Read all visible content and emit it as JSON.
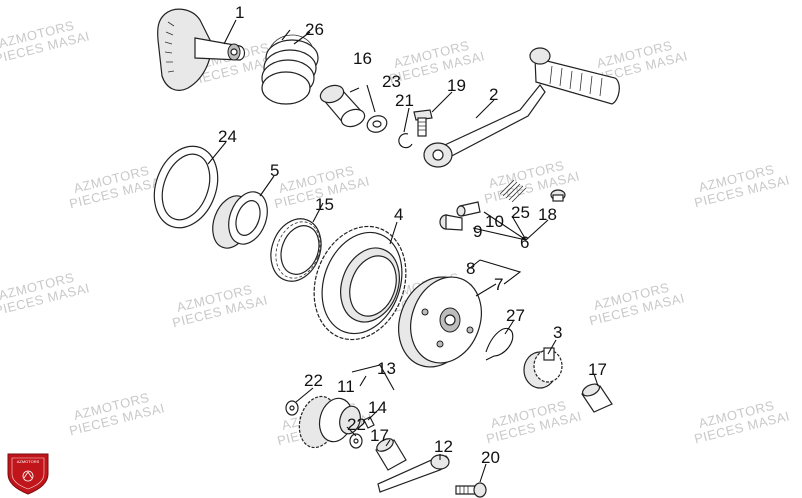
{
  "watermark": {
    "line1": "AZMOTORS",
    "line2": "PIECES MASAI"
  },
  "logo": {
    "text": "AZMOTORS",
    "color": "#c0161b"
  },
  "callouts": [
    {
      "id": "c1",
      "text": "1"
    },
    {
      "id": "c2",
      "text": "2"
    },
    {
      "id": "c3",
      "text": "3"
    },
    {
      "id": "c4",
      "text": "4"
    },
    {
      "id": "c5",
      "text": "5"
    },
    {
      "id": "c6",
      "text": "6"
    },
    {
      "id": "c7",
      "text": "7"
    },
    {
      "id": "c8",
      "text": "8"
    },
    {
      "id": "c9",
      "text": "9"
    },
    {
      "id": "c10",
      "text": "10"
    },
    {
      "id": "c11",
      "text": "11"
    },
    {
      "id": "c12",
      "text": "12"
    },
    {
      "id": "c13",
      "text": "13"
    },
    {
      "id": "c14",
      "text": "14"
    },
    {
      "id": "c15",
      "text": "15"
    },
    {
      "id": "c16",
      "text": "16"
    },
    {
      "id": "c17a",
      "text": "17"
    },
    {
      "id": "c17b",
      "text": "17"
    },
    {
      "id": "c18",
      "text": "18"
    },
    {
      "id": "c19",
      "text": "19"
    },
    {
      "id": "c20",
      "text": "20"
    },
    {
      "id": "c21",
      "text": "21"
    },
    {
      "id": "c22a",
      "text": "22"
    },
    {
      "id": "c22b",
      "text": "22"
    },
    {
      "id": "c23",
      "text": "23"
    },
    {
      "id": "c24",
      "text": "24"
    },
    {
      "id": "c25",
      "text": "25"
    },
    {
      "id": "c26",
      "text": "26"
    },
    {
      "id": "c27",
      "text": "27"
    }
  ]
}
